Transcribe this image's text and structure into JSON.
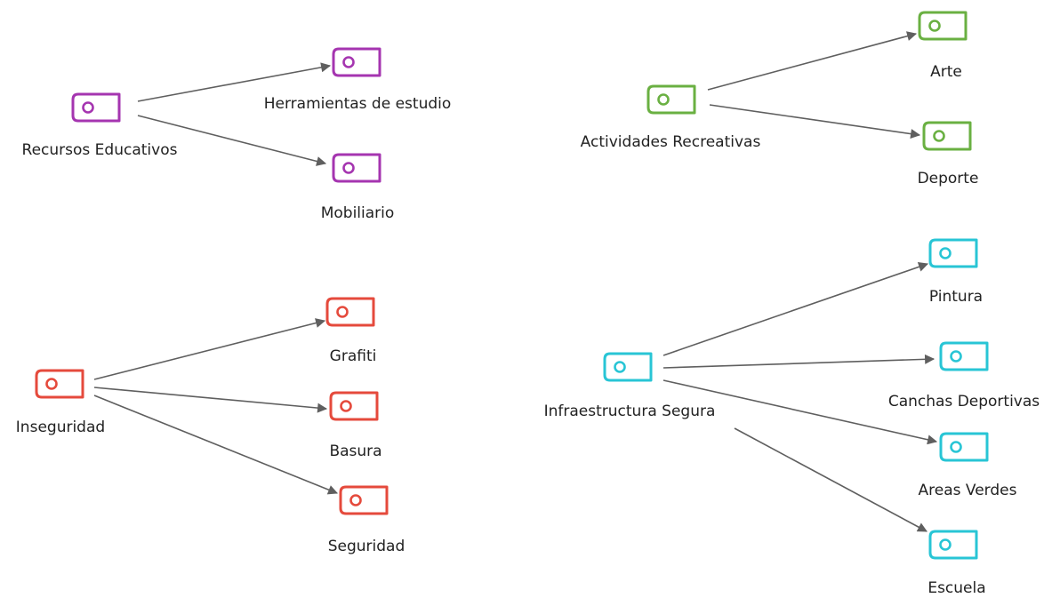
{
  "colors": {
    "purple": "#a535b0",
    "green": "#6ab042",
    "red": "#e54a3c",
    "cyan": "#28c5d5",
    "edge": "#5f5f5f"
  },
  "icon": "tag-icon",
  "groups": [
    {
      "id": "recursos",
      "color": "purple",
      "root": {
        "id": "recursos-educativos",
        "label": "Recursos Educativos"
      },
      "children": [
        {
          "id": "herramientas",
          "label": "Herramientas de estudio"
        },
        {
          "id": "mobiliario",
          "label": "Mobiliario"
        }
      ]
    },
    {
      "id": "actividades",
      "color": "green",
      "root": {
        "id": "actividades-recreativas",
        "label": "Actividades Recreativas"
      },
      "children": [
        {
          "id": "arte",
          "label": "Arte"
        },
        {
          "id": "deporte",
          "label": "Deporte"
        }
      ]
    },
    {
      "id": "inseguridad-group",
      "color": "red",
      "root": {
        "id": "inseguridad",
        "label": "Inseguridad"
      },
      "children": [
        {
          "id": "grafiti",
          "label": "Grafiti"
        },
        {
          "id": "basura",
          "label": "Basura"
        },
        {
          "id": "seguridad",
          "label": "Seguridad"
        }
      ]
    },
    {
      "id": "infraestructura",
      "color": "cyan",
      "root": {
        "id": "infraestructura-segura",
        "label": "Infraestructura Segura"
      },
      "children": [
        {
          "id": "pintura",
          "label": "Pintura"
        },
        {
          "id": "canchas",
          "label": "Canchas Deportivas"
        },
        {
          "id": "areas-verdes",
          "label": "Areas Verdes"
        },
        {
          "id": "escuela",
          "label": "Escuela"
        }
      ]
    }
  ]
}
